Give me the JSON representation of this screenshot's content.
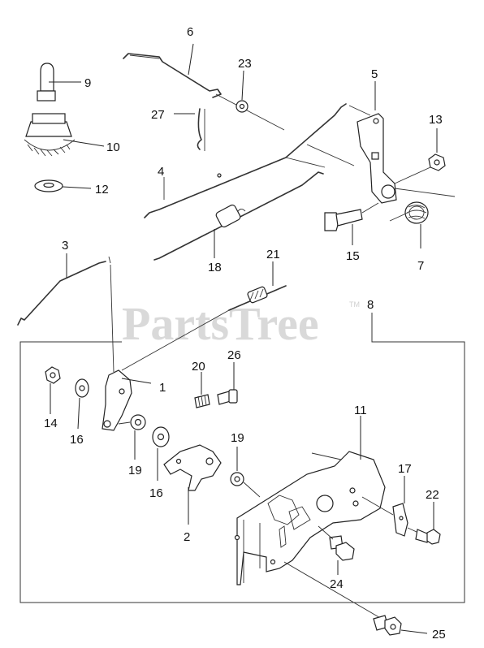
{
  "watermark": {
    "text": "PartsTree",
    "tm": "TM"
  },
  "callouts": {
    "c1": "1",
    "c2": "2",
    "c3": "3",
    "c4": "4",
    "c5": "5",
    "c6": "6",
    "c7": "7",
    "c8": "8",
    "c9": "9",
    "c10": "10",
    "c11": "11",
    "c12": "12",
    "c13": "13",
    "c14": "14",
    "c15": "15",
    "c16a": "16",
    "c16b": "16",
    "c17": "17",
    "c18": "18",
    "c19a": "19",
    "c19b": "19",
    "c20": "20",
    "c21": "21",
    "c22": "22",
    "c23": "23",
    "c24": "24",
    "c25": "25",
    "c26": "26",
    "c27": "27"
  }
}
